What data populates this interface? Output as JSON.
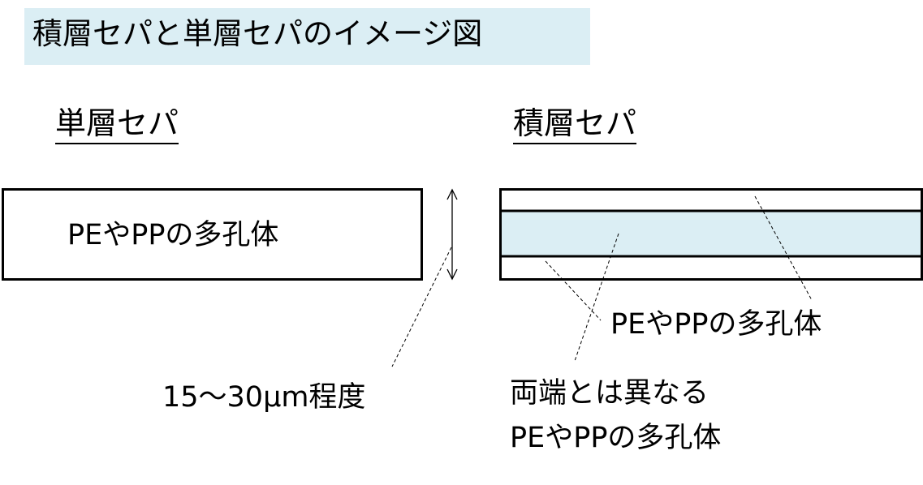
{
  "title": "積層セパと単層セパのイメージ図",
  "single_layer": {
    "heading": "単層セパ",
    "box_label": "PEやPPの多孔体",
    "thickness_label": "15〜30μm程度"
  },
  "multi_layer": {
    "heading": "積層セパ",
    "outer_label": "PEやPPの多孔体",
    "inner_label_line1": "両端とは異なる",
    "inner_label_line2": "PEやPPの多孔体"
  },
  "colors": {
    "title_bg": "#dbeef4",
    "middle_layer": "#dbeef4"
  }
}
